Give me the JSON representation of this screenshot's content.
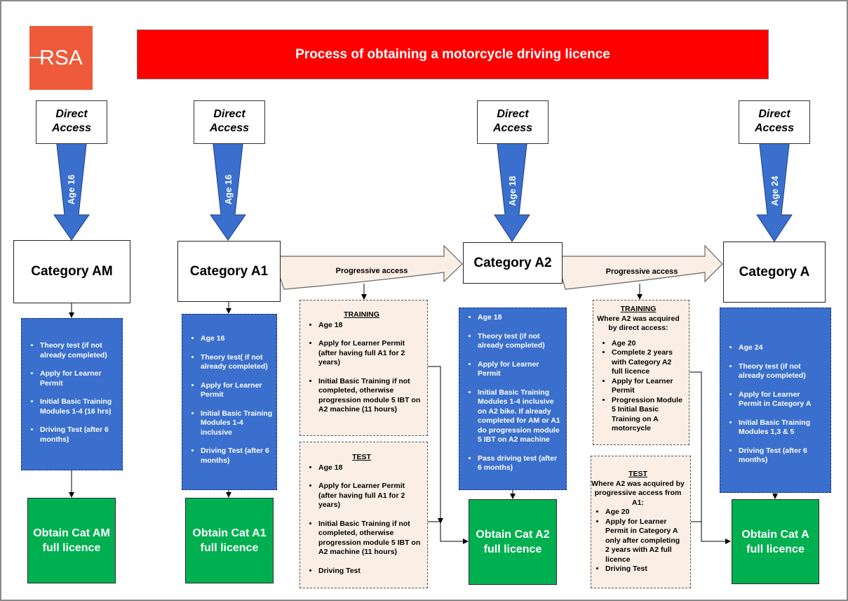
{
  "logo": {
    "text": "RSA"
  },
  "title": "Process of obtaining a motorcycle driving licence",
  "direct_access": {
    "line1": "Direct",
    "line2": "Access"
  },
  "columns": [
    {
      "age": "Age 16",
      "category": "Category AM",
      "requirements": [
        "Theory test (if not already completed)",
        "Apply for Learner Permit",
        "Initial Basic Training Modules 1-4 (16 hrs)",
        "Driving Test (after 6 months)"
      ],
      "obtain": "Obtain Cat AM full licence"
    },
    {
      "age": "Age 16",
      "category": "Category A1",
      "requirements": [
        "Age 16",
        "Theory test( if not already completed)",
        "Apply for Learner Permit",
        "Initial Basic Training Modules 1-4 inclusive",
        "Driving Test (after 6 months)"
      ],
      "obtain": "Obtain Cat A1 full licence"
    },
    {
      "age": "Age 18",
      "category": "Category A2",
      "requirements": [
        "Age 18",
        "Theory test (if not already completed)",
        "Apply for Learner Permit",
        "Initial Basic Training Modules 1-4 inclusive on A2 bike.  If already completed for AM or A1 do progression module 5 IBT on A2 machine",
        "Pass driving test (after 6 months)"
      ],
      "obtain": "Obtain Cat A2 full licence"
    },
    {
      "age": "Age 24",
      "category": "Category A",
      "requirements": [
        "Age 24",
        "Theory test (if not already completed)",
        "Apply for Learner Permit in Category A",
        "Initial Basic Training Modules 1,3 & 5",
        "Driving Test (after 6 months)"
      ],
      "obtain": "Obtain Cat A full licence"
    }
  ],
  "progressive_access_label": "Progressive access",
  "progressive_a1_a2": {
    "training": {
      "title": "TRAINING",
      "items": [
        "Age 18",
        "Apply for Learner Permit (after having full A1 for 2 years)",
        "Initial Basic Training if not completed, otherwise progression module 5 IBT on A2 machine (11 hours)"
      ]
    },
    "test": {
      "title": "TEST",
      "items": [
        "Age 18",
        "Apply for Learner Permit (after having full A1 for 2 years)",
        "Initial Basic Training if not completed, otherwise progression module 5 IBT on A2 machine (11 hours)",
        "Driving Test"
      ]
    }
  },
  "progressive_a2_a": {
    "training": {
      "title": "TRAINING",
      "subtitle": "Where A2 was acquired by direct access:",
      "items": [
        "Age 20",
        "Complete 2 years with Category A2 full licence",
        "Apply for Learner Permit",
        "Progression Module 5 Initial Basic Training on A motorcycle"
      ]
    },
    "test": {
      "title": "TEST",
      "subtitle": "Where A2 was acquired by progressive access from A1:",
      "items": [
        "Age 20",
        "Apply for Learner Permit in Category A only after completing 2 years with A2 full licence",
        "Driving Test"
      ]
    }
  },
  "colors": {
    "banner": "#ff0000",
    "logo": "#ef5a3a",
    "blue_box": "#3a6fcd",
    "peach_box": "#fbeee4",
    "green_box": "#00b050",
    "arrow_blue": "#3a6fcd"
  }
}
